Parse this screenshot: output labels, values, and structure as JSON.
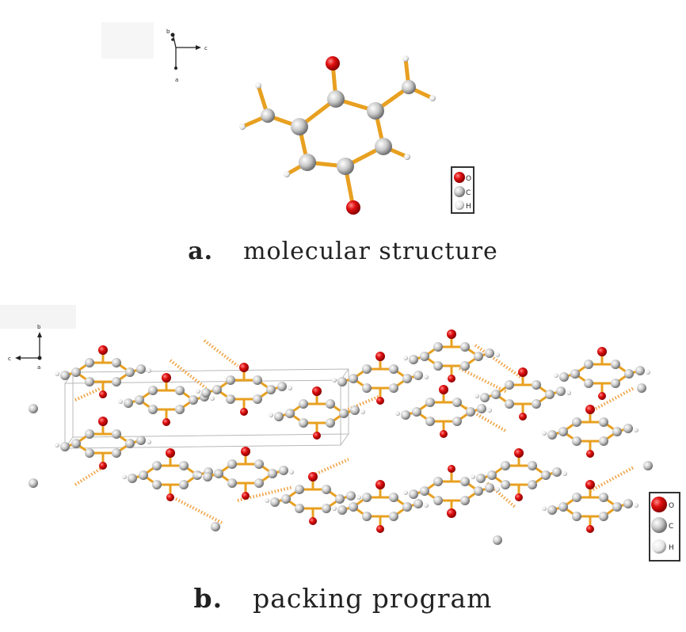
{
  "panel_a": {
    "label": "a.",
    "caption": "molecular structure",
    "axes": {
      "b": "b",
      "c": "c",
      "a": "a"
    },
    "legend": [
      "O",
      "C",
      "H"
    ]
  },
  "panel_b": {
    "label": "b.",
    "caption": "packing program",
    "axes": {
      "b": "b",
      "c": "c",
      "a": "a"
    },
    "legend": [
      "O",
      "C",
      "H"
    ]
  },
  "colors": {
    "oxygen": "#e01010",
    "carbon": "#c8c8c8",
    "hydrogen": "#eeeeee",
    "bond": "#e8a020"
  }
}
